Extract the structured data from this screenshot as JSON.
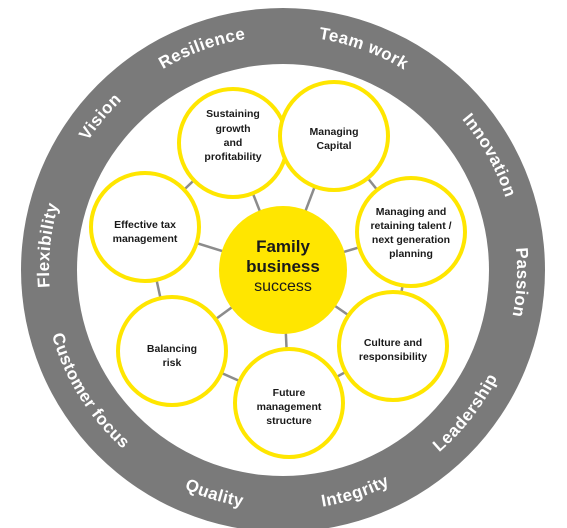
{
  "center": {
    "lines": [
      "Family",
      "business"
    ],
    "subline": "success"
  },
  "nodes": [
    {
      "id": "sustaining-growth",
      "lines": [
        "Sustaining",
        "growth",
        "and",
        "profitability"
      ]
    },
    {
      "id": "managing-capital",
      "lines": [
        "Managing",
        "Capital"
      ]
    },
    {
      "id": "managing-talent",
      "lines": [
        "Managing and",
        "retaining talent /",
        "next generation",
        "planning"
      ]
    },
    {
      "id": "culture-responsibility",
      "lines": [
        "Culture and",
        "responsibility"
      ]
    },
    {
      "id": "future-management",
      "lines": [
        "Future",
        "management",
        "structure"
      ]
    },
    {
      "id": "balancing-risk",
      "lines": [
        "Balancing",
        "risk"
      ]
    },
    {
      "id": "effective-tax",
      "lines": [
        "Effective tax",
        "management"
      ]
    }
  ],
  "ring_values": [
    "Resilience",
    "Team work",
    "Innovation",
    "Passion",
    "Leadership",
    "Integrity",
    "Quality",
    "Customer focus",
    "Flexibility",
    "Vision"
  ],
  "colors": {
    "ring": "#7a7a7a",
    "inner_fill": "#ffffff",
    "node_border": "#ffe600",
    "center_fill": "#ffe600",
    "connector": "#8c8c8c",
    "text": "#1a1a1a"
  }
}
